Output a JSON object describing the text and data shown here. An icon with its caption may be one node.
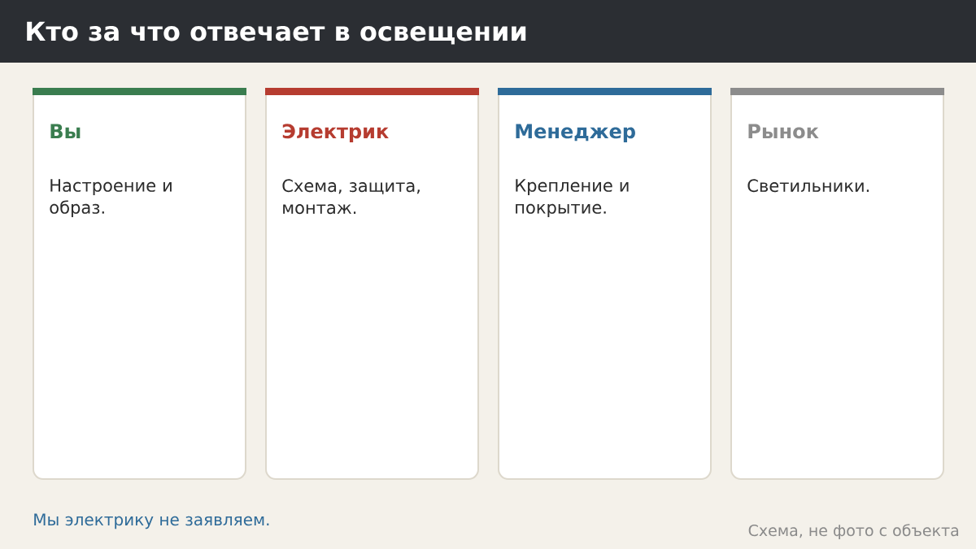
{
  "diagram": {
    "title": "Кто за что отвечает в освещении",
    "nodes": [
      {
        "text": [
          "Вы",
          "Настроение и образ."
        ]
      },
      {
        "text": [
          "Электрик",
          "Схема, защита, монтаж."
        ]
      },
      {
        "text": [
          "Менеджер",
          "Крепление и покрытие."
        ]
      },
      {
        "text": [
          "Рынок",
          "Светильники."
        ]
      }
    ],
    "labels": [
      "Мы электрику не заявляем.",
      "Схема, не фото с объекта"
    ]
  }
}
